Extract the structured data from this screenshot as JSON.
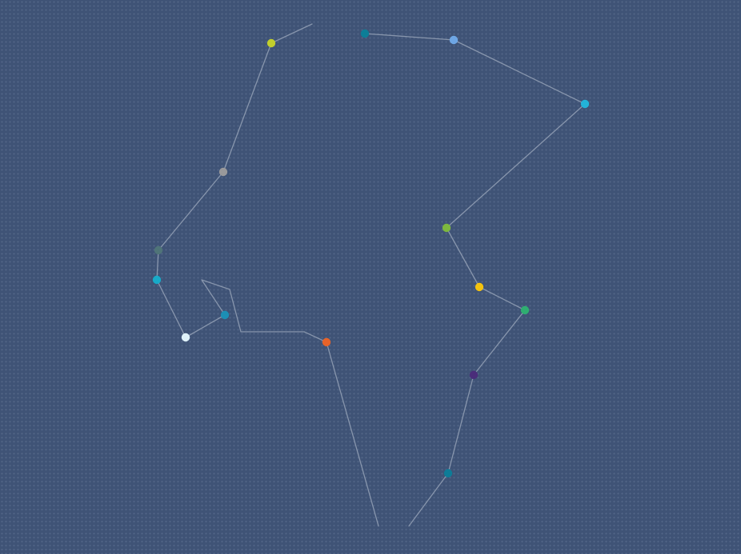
{
  "game": {
    "type": "connect-the-dots",
    "background_color": "#3f5376",
    "line_color": "#9aa6ba"
  },
  "nodes": [
    {
      "id": "node-1",
      "color": "#c2cf2c"
    },
    {
      "id": "node-2",
      "color": "#99999b"
    },
    {
      "id": "node-3",
      "color": "#4f7478"
    },
    {
      "id": "node-4",
      "color": "#18aac8"
    },
    {
      "id": "node-5",
      "color": "#dff2fa"
    },
    {
      "id": "node-6",
      "color": "#1d8fb5"
    },
    {
      "id": "node-7",
      "color": "#e6632a"
    },
    {
      "id": "node-8",
      "color": "#0e7c97"
    },
    {
      "id": "node-9",
      "color": "#4a2d7a"
    },
    {
      "id": "node-10",
      "color": "#2fae71"
    },
    {
      "id": "node-11",
      "color": "#f4c30f"
    },
    {
      "id": "node-12",
      "color": "#7db83e"
    },
    {
      "id": "node-13",
      "color": "#23b3d8"
    },
    {
      "id": "node-14",
      "color": "#6ea6e4"
    },
    {
      "id": "node-15",
      "color": "#0c7e97"
    }
  ]
}
